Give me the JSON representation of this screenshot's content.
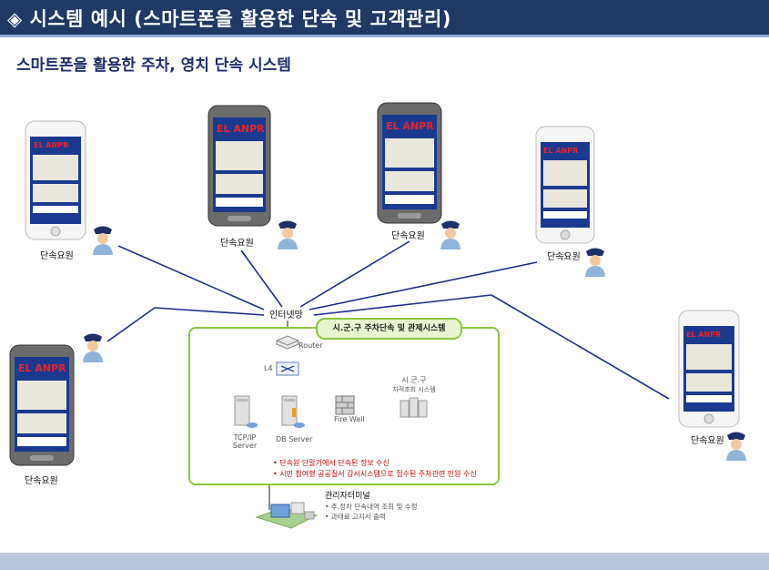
{
  "header": {
    "title": "◈ 시스템 예시 (스마트폰을 활용한 단속 및 고객관리)"
  },
  "subtitle": "스마트폰을 활용한 주차, 영치 단속 시스템",
  "app": {
    "logo": "EL ANPR"
  },
  "officers": [
    "단속요원",
    "단속요원",
    "단속요원",
    "단속요원",
    "단속요원",
    "단속요원"
  ],
  "network": {
    "label": "인터넷망"
  },
  "center": {
    "title": "시.군.구 주차단속 및 관제시스템",
    "router": "Router",
    "l4": "L4",
    "server_tcp": "TCP/IP Server",
    "server_db": "DB Server",
    "firewall": "Fire Wall",
    "external_title": "시.군.구",
    "external_sub": "차적조회 시스템"
  },
  "notes": [
    "• 단속원 단말기에서 단속된 정보 수신",
    "• 시민 참여형 공공질서 감시시스템으로 접수된 주차관련 민원 수신"
  ],
  "admin": {
    "title": "관리자터미널",
    "items": [
      "• 주.정차 단속내역 조회 및 수정",
      "• 과태료 고지서 출력"
    ]
  },
  "colors": {
    "header_bg": "#1f3864",
    "accent_green": "#8cc63f",
    "line_navy": "#1f2f8a",
    "note_red": "#c00000"
  }
}
